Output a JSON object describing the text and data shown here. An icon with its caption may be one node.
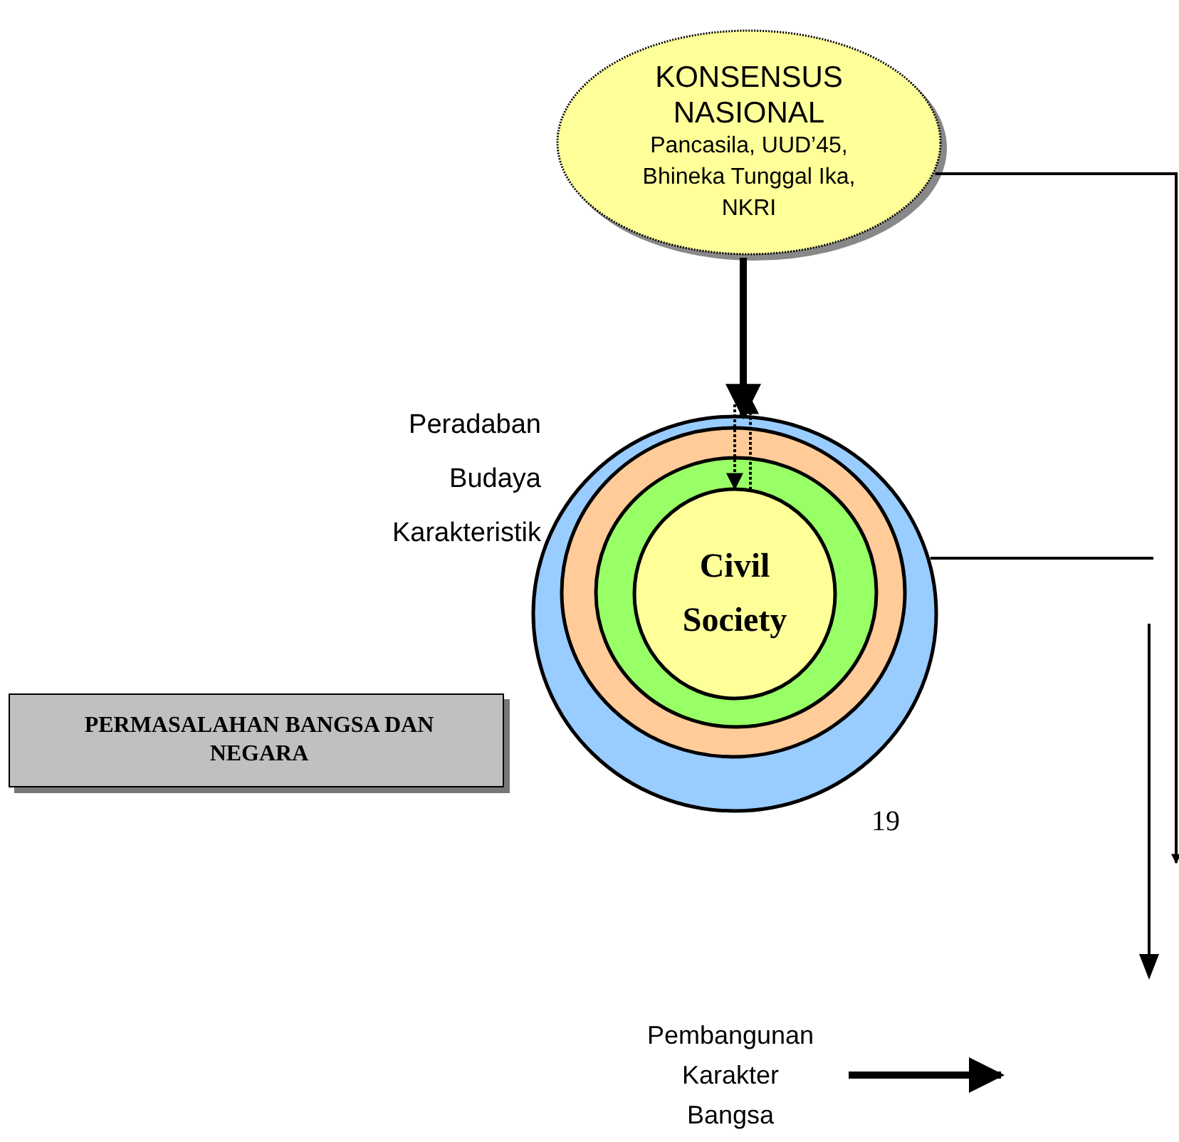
{
  "diagram": {
    "nodes": [
      {
        "text": [
          "KONSENSUS NASIONAL",
          "Pancasila, UUD’45, Bhineka Tunggal Ika, NKRI"
        ]
      },
      {
        "text": [],
        "shape": "circle"
      },
      {
        "text": [],
        "shape": "circle",
        "in": 1
      },
      {
        "text": [],
        "shape": "circle",
        "in": 2
      },
      {
        "text": [
          "Civil Society"
        ],
        "in": 3
      },
      {
        "text": [
          "PERMASALAHAN BANGSA DAN NEGARA"
        ]
      },
      {
        "text": [
          "Pembangunan Karakter Bangsa"
        ]
      }
    ],
    "edges": [
      {
        "from": 0,
        "to": 1,
        "arrow": "to",
        "style": "thick"
      },
      {
        "from": null,
        "to": 4,
        "arrow": "to",
        "style": "dashed"
      },
      {
        "from": 4,
        "to": null,
        "arrow": "to",
        "style": "dashed"
      },
      {
        "from": 0,
        "to": null,
        "arrow": "to"
      },
      {
        "from": 1,
        "to": null,
        "arrow": "none"
      },
      {
        "from": 6,
        "to": null,
        "arrow": "to",
        "style": "thick"
      }
    ],
    "labels": [
      "Peradaban",
      "Budaya",
      "Karakteristik",
      "19"
    ]
  }
}
